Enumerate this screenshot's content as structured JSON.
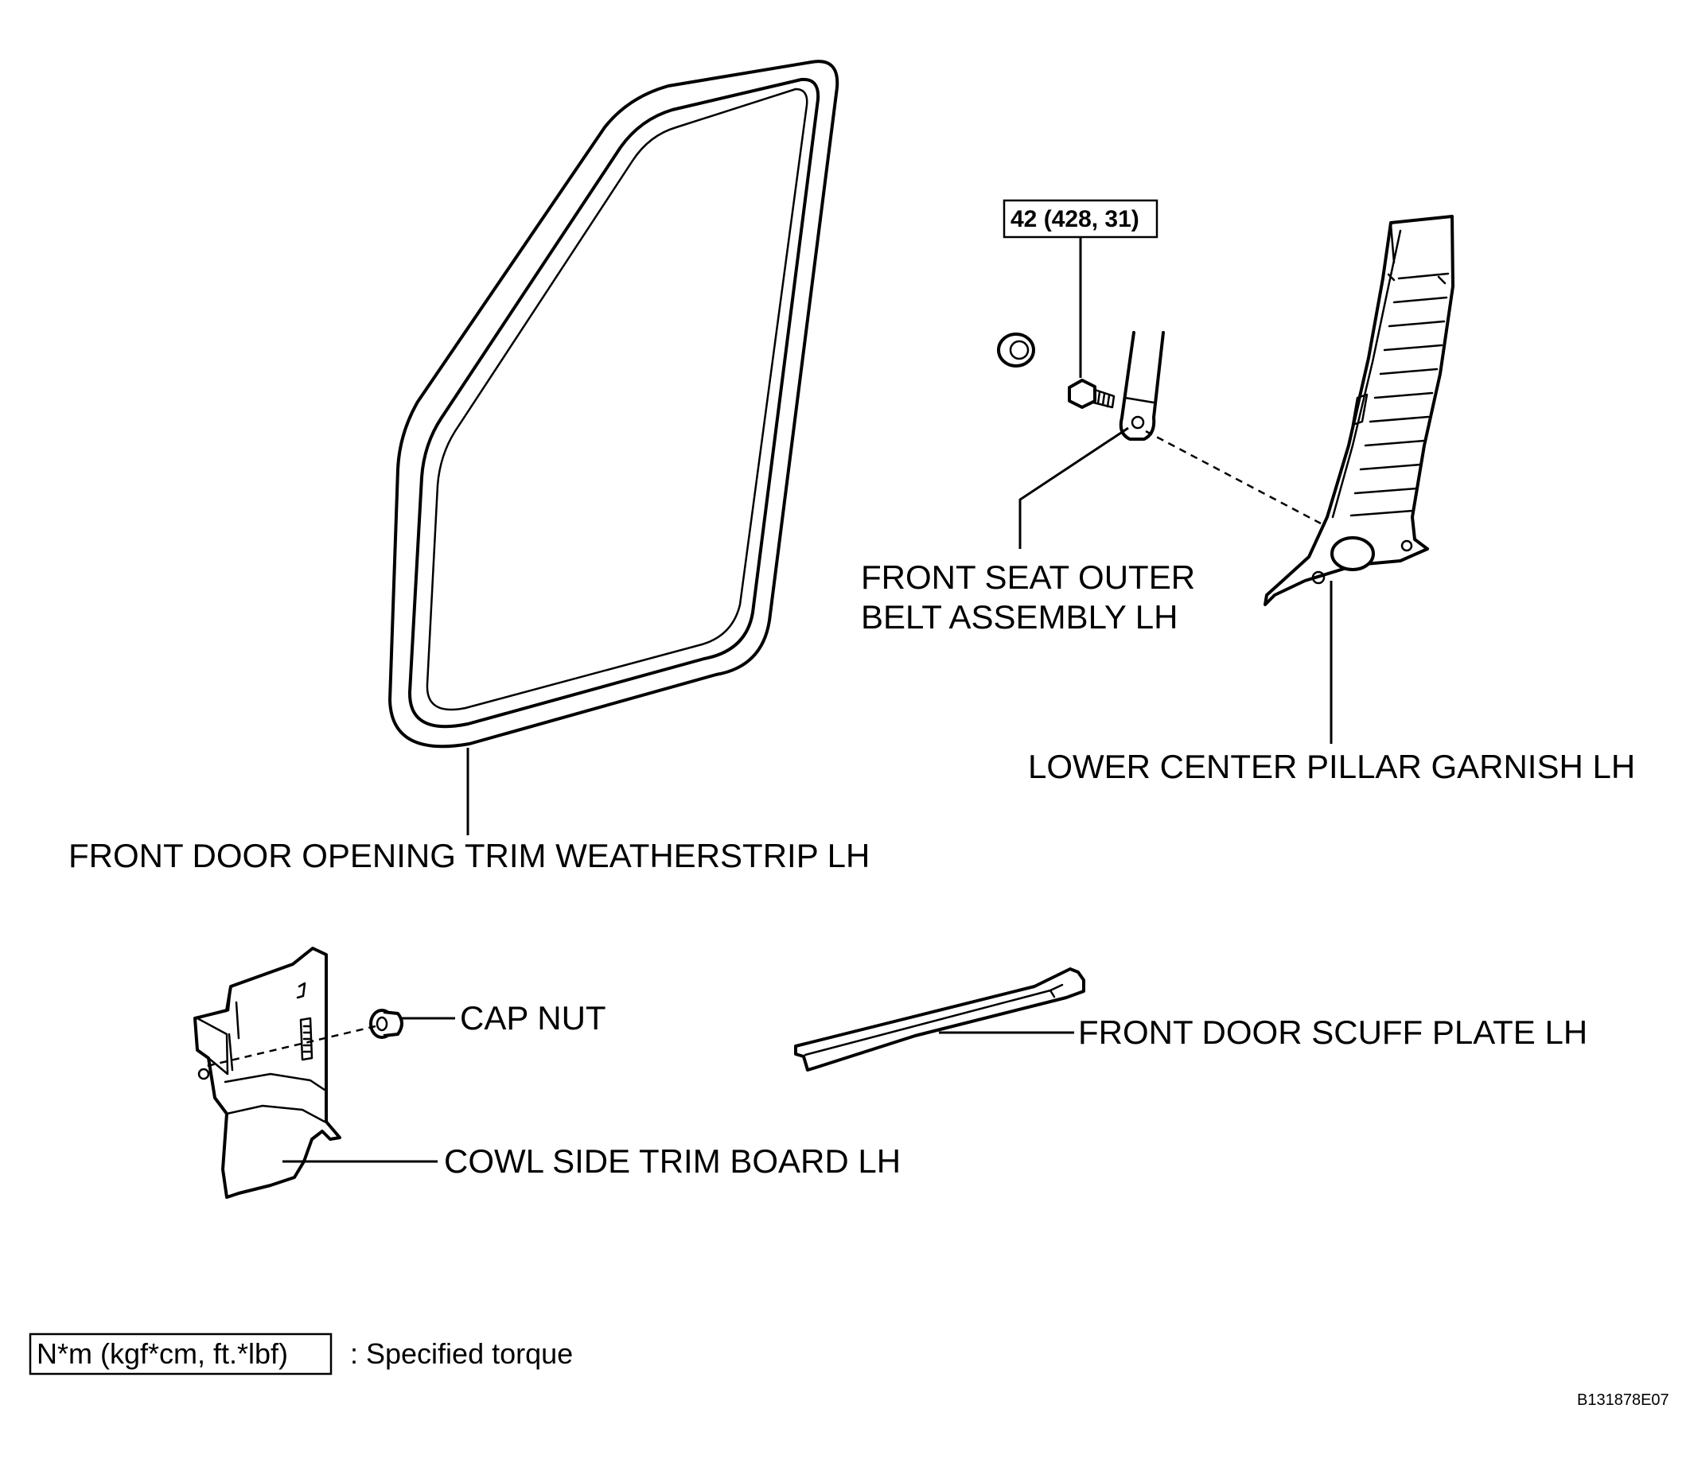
{
  "labels": {
    "weatherstrip": "FRONT DOOR OPENING TRIM WEATHERSTRIP LH",
    "belt_line1": "FRONT SEAT OUTER",
    "belt_line2": "BELT ASSEMBLY LH",
    "pillar_garnish": "LOWER CENTER PILLAR GARNISH LH",
    "cap_nut": "CAP NUT",
    "scuff_plate": "FRONT DOOR SCUFF PLATE LH",
    "cowl_board": "COWL SIDE TRIM BOARD LH"
  },
  "torque": {
    "value": "42 (428, 31)"
  },
  "legend": {
    "units": "N*m (kgf*cm, ft.*lbf)",
    "description": ": Specified torque"
  },
  "figure_code": "B131878E07"
}
